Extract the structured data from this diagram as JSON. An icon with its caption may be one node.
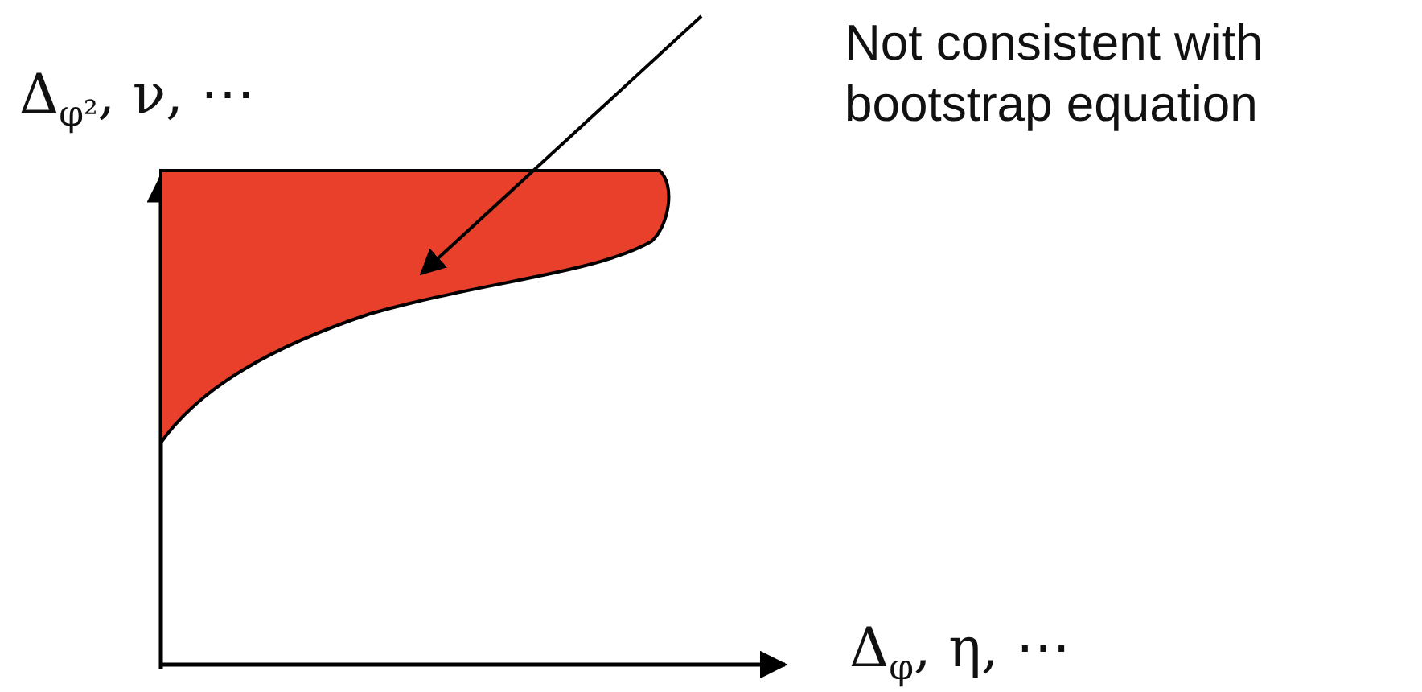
{
  "diagram": {
    "nodes": [
      {
        "text": [
          "Not consistent with bootstrap equation"
        ]
      },
      {
        "text": [],
        "shape": "region"
      }
    ],
    "edges": [
      {
        "from": null,
        "to": 1,
        "arrow": "to"
      }
    ],
    "labels": [
      "Δ$_{φ²}$, ν, ⋯",
      "Δ$_{φ}$, η, ⋯"
    ]
  }
}
